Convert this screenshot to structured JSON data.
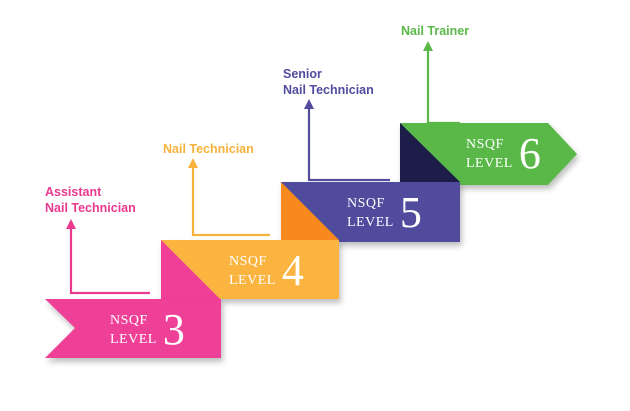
{
  "steps": [
    {
      "prefix": "NSQF",
      "word": "LEVEL",
      "level": "3",
      "role_lines": [
        "Assistant",
        "Nail Technician"
      ],
      "color": "#ef3f97",
      "dark": "#b5256c",
      "role_color": "#ea3a8f"
    },
    {
      "prefix": "NSQF",
      "word": "LEVEL",
      "level": "4",
      "role_lines": [
        "Nail Technician"
      ],
      "color": "#fbb440",
      "dark": "#ef3f97",
      "role_color": "#f6b23a"
    },
    {
      "prefix": "NSQF",
      "word": "LEVEL",
      "level": "5",
      "role_lines": [
        "Senior",
        "Nail Technician"
      ],
      "color": "#514c9e",
      "dark": "#f7891f",
      "role_color": "#514c9e"
    },
    {
      "prefix": "NSQF",
      "word": "LEVEL",
      "level": "6",
      "role_lines": [
        "Nail Trainer"
      ],
      "color": "#5ab848",
      "dark": "#1d1d4a",
      "role_color": "#5ab848"
    }
  ]
}
